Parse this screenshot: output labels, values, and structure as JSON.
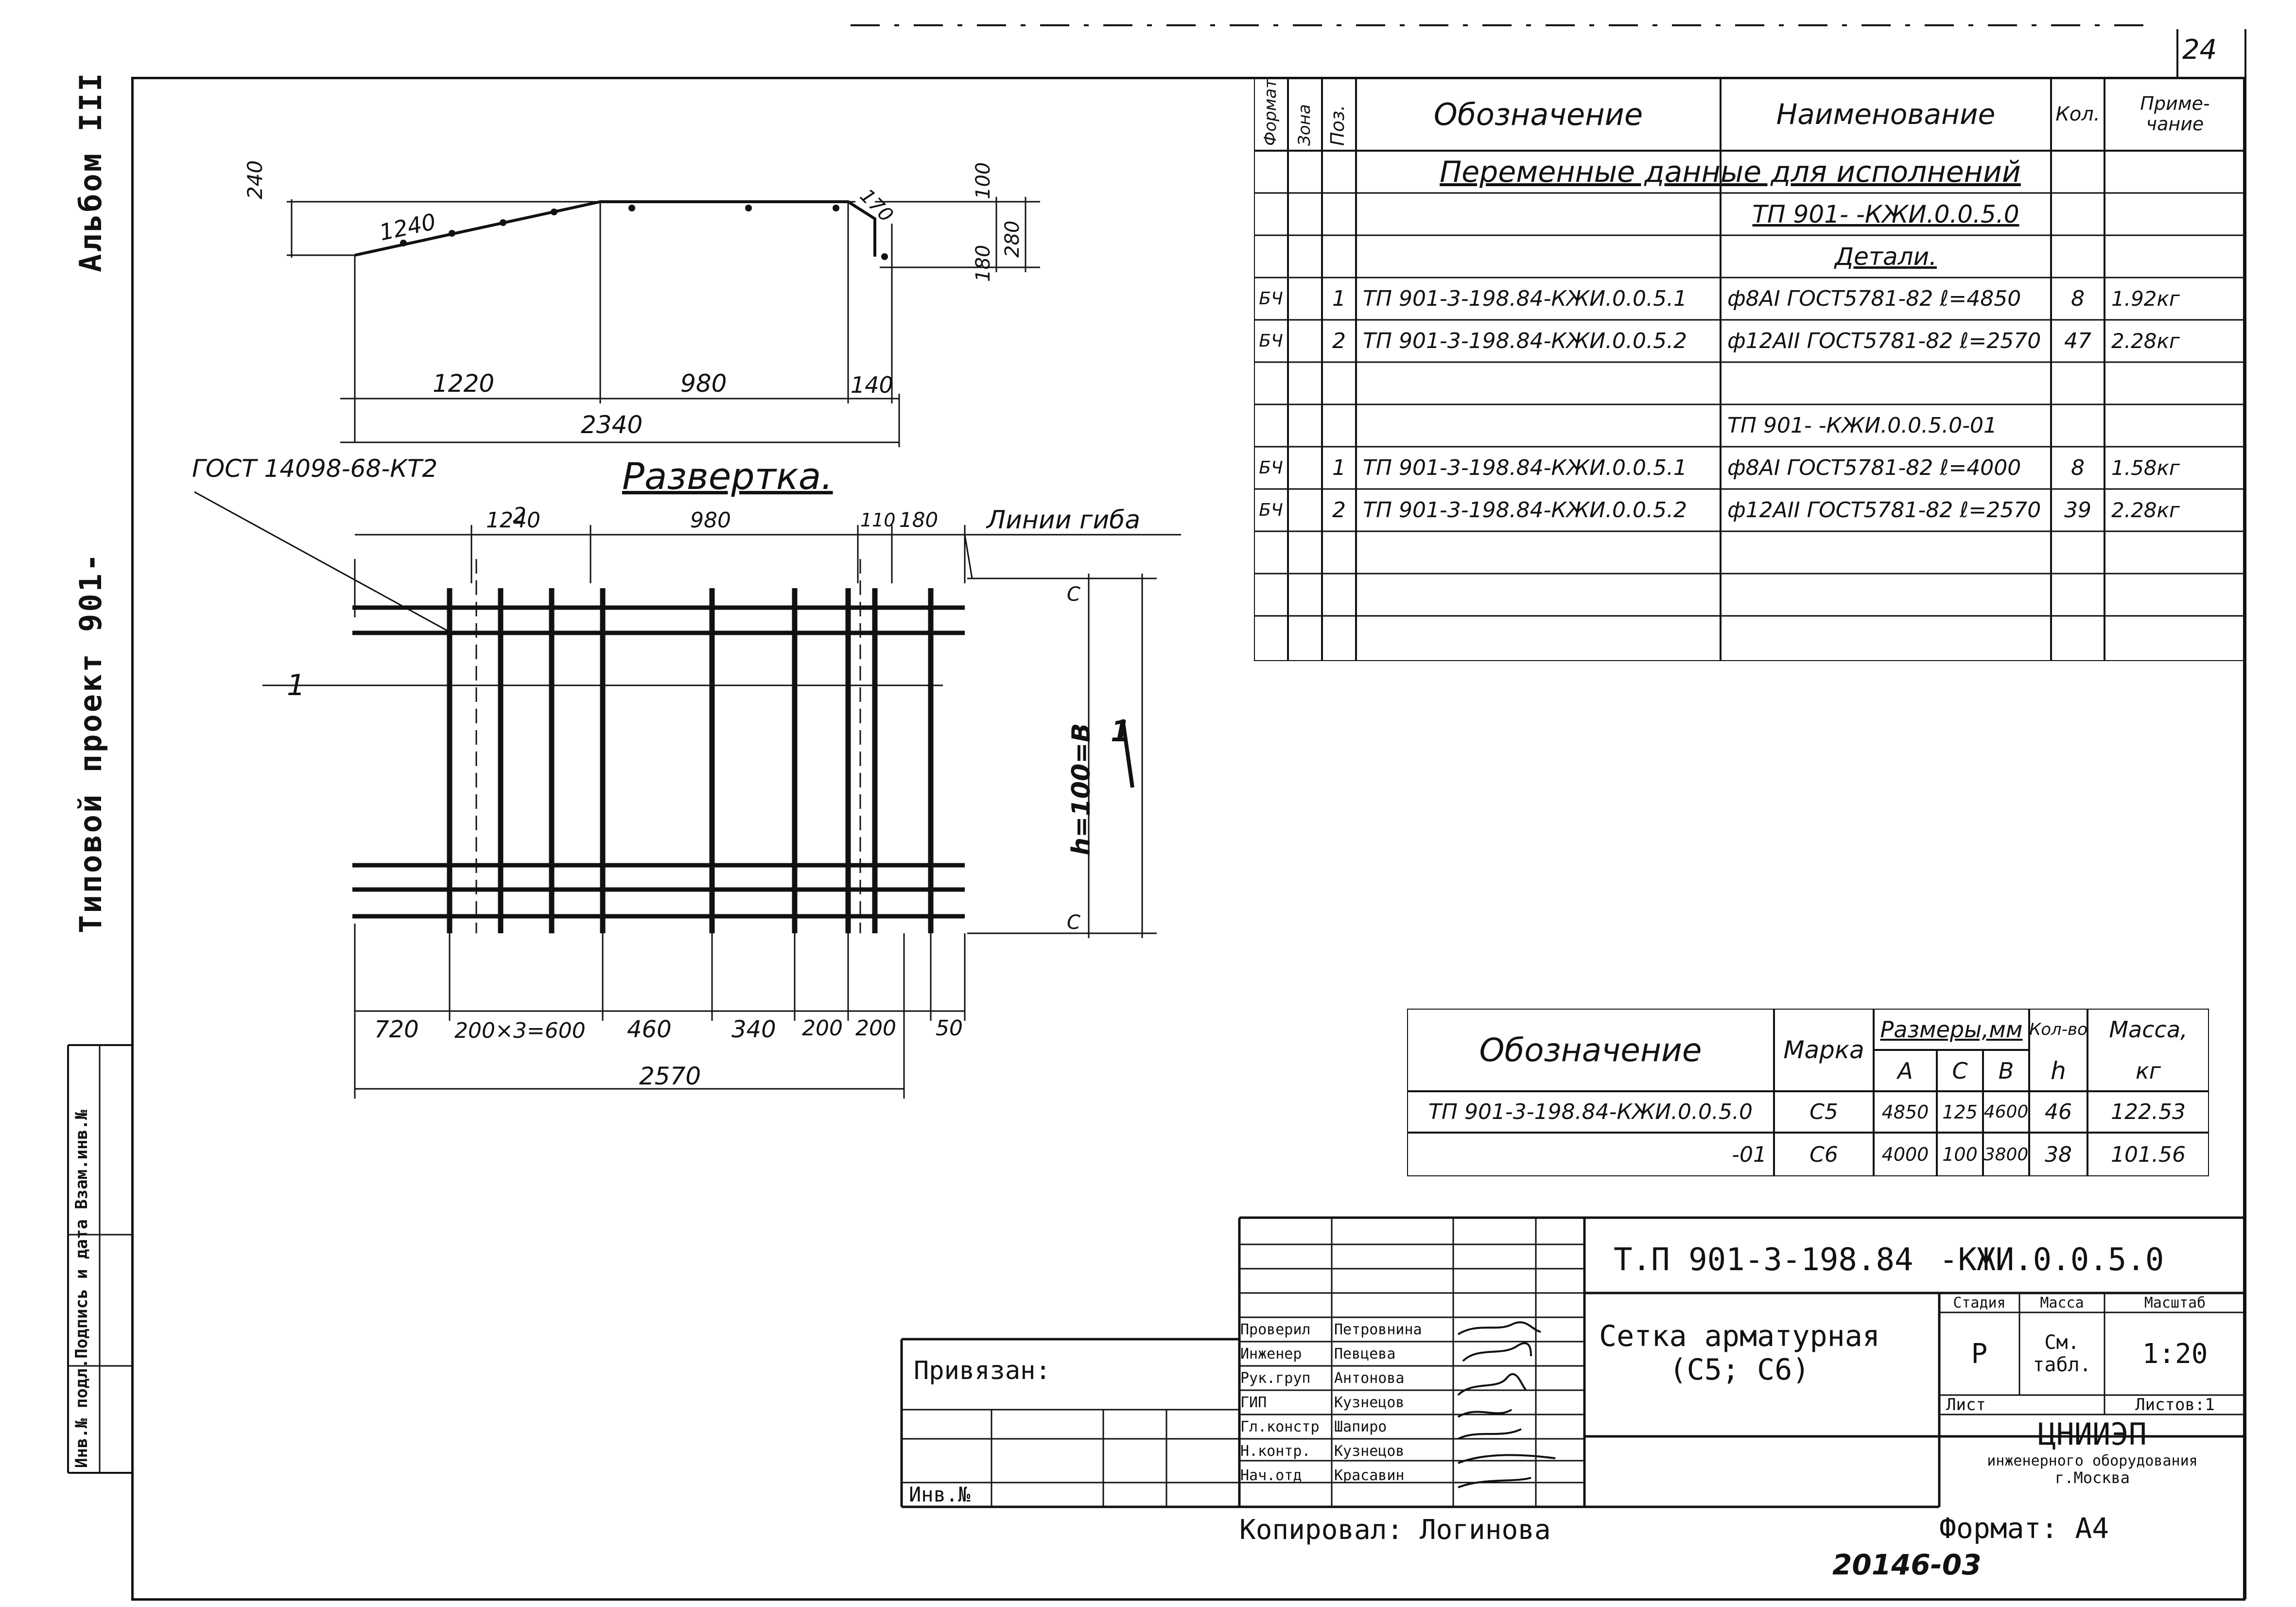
{
  "sheet_number": "24",
  "album_label": "Альбом III",
  "project_label": "Типовой проект 901-",
  "inv_label": "Инв.№ подл.Подпись и дата Взам.инв.№",
  "spec_header": {
    "format": "Формат",
    "zone": "Зона",
    "pos": "Поз.",
    "designation": "Обозначение",
    "name": "Наименование",
    "qty": "Кол.",
    "note": "Приме-\nчание"
  },
  "spec_rows": [
    {
      "format": "",
      "zone": "",
      "pos": "",
      "designation": "",
      "name": "Переменные данные для исполнений",
      "qty": "",
      "note": "",
      "kind": "span"
    },
    {
      "format": "",
      "zone": "",
      "pos": "",
      "designation": "",
      "name": "ТП 901-  -КЖИ.0.0.5.0",
      "qty": "",
      "note": "",
      "kind": "name"
    },
    {
      "format": "",
      "zone": "",
      "pos": "",
      "designation": "",
      "name": "Детали.",
      "qty": "",
      "note": "",
      "kind": "name"
    },
    {
      "format": "БЧ",
      "zone": "",
      "pos": "1",
      "designation": "ТП 901-3-198.84-КЖИ.0.0.5.1",
      "name": "ф8АI ГОСТ5781-82 ℓ=4850",
      "qty": "8",
      "note": "1.92кг"
    },
    {
      "format": "БЧ",
      "zone": "",
      "pos": "2",
      "designation": "ТП 901-3-198.84-КЖИ.0.0.5.2",
      "name": "ф12АII ГОСТ5781-82 ℓ=2570",
      "qty": "47",
      "note": "2.28кг"
    },
    {
      "format": "",
      "zone": "",
      "pos": "",
      "designation": "",
      "name": "",
      "qty": "",
      "note": ""
    },
    {
      "format": "",
      "zone": "",
      "pos": "",
      "designation": "",
      "name": "ТП 901-  -КЖИ.0.0.5.0-01",
      "qty": "",
      "note": ""
    },
    {
      "format": "БЧ",
      "zone": "",
      "pos": "1",
      "designation": "ТП 901-3-198.84-КЖИ.0.0.5.1",
      "name": "ф8АI ГОСТ5781-82 ℓ=4000",
      "qty": "8",
      "note": "1.58кг"
    },
    {
      "format": "БЧ",
      "zone": "",
      "pos": "2",
      "designation": "ТП 901-3-198.84-КЖИ.0.0.5.2",
      "name": "ф12АII ГОСТ5781-82 ℓ=2570",
      "qty": "39",
      "note": "2.28кг"
    },
    {
      "format": "",
      "zone": "",
      "pos": "",
      "designation": "",
      "name": "",
      "qty": "",
      "note": ""
    },
    {
      "format": "",
      "zone": "",
      "pos": "",
      "designation": "",
      "name": "",
      "qty": "",
      "note": ""
    },
    {
      "format": "",
      "zone": "",
      "pos": "",
      "designation": "",
      "name": "",
      "qty": "",
      "note": ""
    }
  ],
  "params_table": {
    "header": {
      "designation": "Обозначение",
      "mark": "Марка",
      "sizes": "Размеры,мм",
      "a": "А",
      "c": "С",
      "b": "В",
      "count": "Кол-во",
      "h": "h",
      "mass": "Масса,",
      "mass_unit": "кг"
    },
    "rows": [
      {
        "designation": "ТП 901-3-198.84-КЖИ.0.0.5.0",
        "mark": "С5",
        "a": "4850",
        "c": "125",
        "b": "4600",
        "h": "46",
        "mass": "122.53"
      },
      {
        "designation": "-01",
        "mark": "С6",
        "a": "4000",
        "c": "100",
        "b": "3800",
        "h": "38",
        "mass": "101.56"
      }
    ]
  },
  "drawing": {
    "razvertka": "Развертка.",
    "gost": "ГОСТ 14098-68-КТ2",
    "bend_lines": "Линии гиба",
    "h_label": "h=100=В",
    "dims_top": [
      "240",
      "1240",
      "170",
      "100",
      "180",
      "280",
      "1220",
      "980",
      "140",
      "2340"
    ],
    "dims_plan_top": [
      "2",
      "1240",
      "980",
      "110",
      "180"
    ],
    "dims_bottom": [
      "720",
      "200×3=600",
      "460",
      "340",
      "200",
      "200",
      "50",
      "2570"
    ],
    "callouts": [
      "1",
      "1",
      "С",
      "С"
    ]
  },
  "title_block": {
    "code": "Т.П 901-3-198.84",
    "code_suffix": "-КЖИ.0.0.5.0",
    "title": "Сетка арматурная\n(С5; С6)",
    "stage_label": "Стадия",
    "mass_label": "Масса",
    "scale_label": "Масштаб",
    "stage": "Р",
    "mass": "См.\nтабл.",
    "scale": "1:20",
    "sheet_label": "Лист",
    "sheets_label": "Листов:1",
    "org": "ЦНИИЭП",
    "org_sub": "инженерного оборудования",
    "city": "г.Москва",
    "format": "Формат: А4",
    "privyazan": "Привязан:",
    "inv_no": "Инв.№",
    "copied": "Копировал: Логинова",
    "bottom_no": "20146-03",
    "staff": [
      {
        "role": "Проверил",
        "name": "Петровнина"
      },
      {
        "role": "Инженер",
        "name": "Певцева"
      },
      {
        "role": "Рук.груп",
        "name": "Антонова"
      },
      {
        "role": "ГИП",
        "name": "Кузнецов"
      },
      {
        "role": "Гл.констр",
        "name": "Шапиро"
      },
      {
        "role": "Н.контр.",
        "name": "Кузнецов"
      },
      {
        "role": "Нач.отд",
        "name": "Красавин"
      }
    ]
  }
}
